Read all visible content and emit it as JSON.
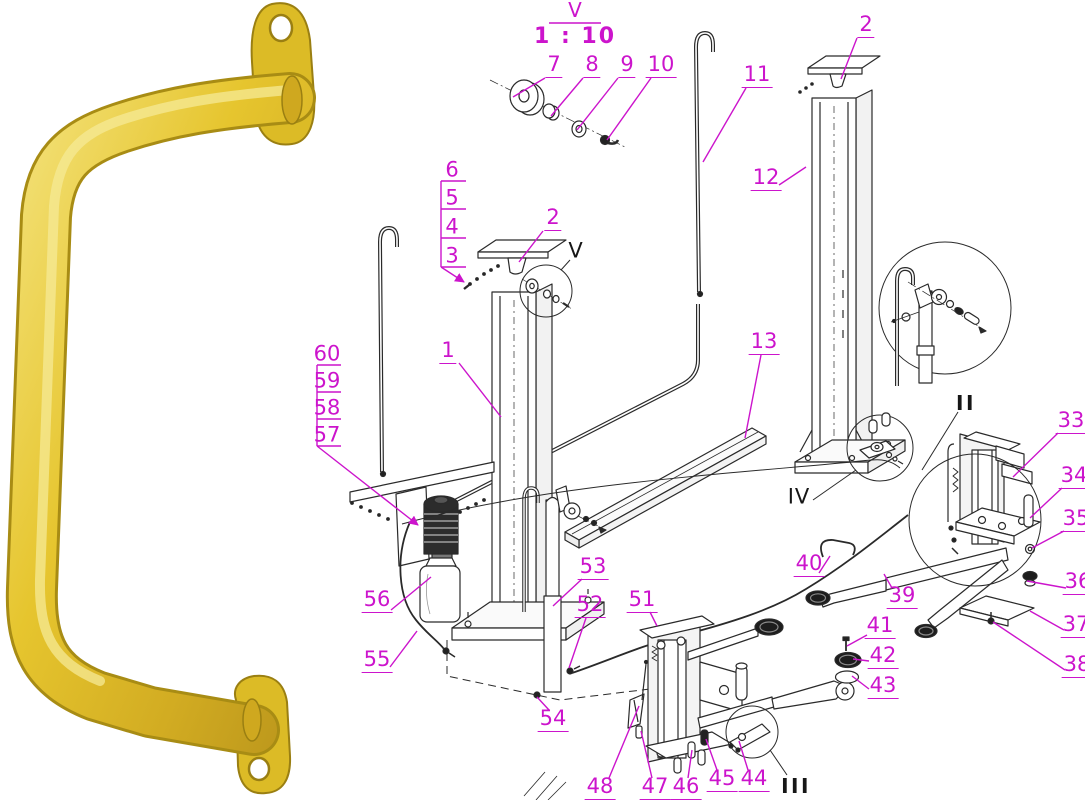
{
  "labels": {
    "scale_letter": "V",
    "scale_ratio": "1 : 10",
    "detail_v": "V",
    "detail_ii": "II",
    "detail_iii": "III",
    "detail_iv": "IV"
  },
  "callouts": {
    "c1": "1",
    "c2_top": "2",
    "c2_mid": "2",
    "c3": "3",
    "c4": "4",
    "c5": "5",
    "c6": "6",
    "c7": "7",
    "c8": "8",
    "c9": "9",
    "c10": "10",
    "c11": "11",
    "c12": "12",
    "c13": "13",
    "c33": "33",
    "c34": "34",
    "c35": "35",
    "c36": "36",
    "c37": "37",
    "c38": "38",
    "c39": "39",
    "c40": "40",
    "c41": "41",
    "c42": "42",
    "c43": "43",
    "c44": "44",
    "c45": "45",
    "c46": "46",
    "c47": "47",
    "c48": "48",
    "c51": "51",
    "c52": "52",
    "c53": "53",
    "c54": "54",
    "c55": "55",
    "c56": "56",
    "c57": "57",
    "c58": "58",
    "c59": "59",
    "c60": "60"
  },
  "colors": {
    "callout_magenta": "#cc14cc",
    "line_black": "#2a2a2a",
    "handle_yellow": "#e4c32c",
    "handle_shadow": "#a88c14",
    "handle_highlight": "#f6ea96",
    "background": "#ffffff"
  }
}
